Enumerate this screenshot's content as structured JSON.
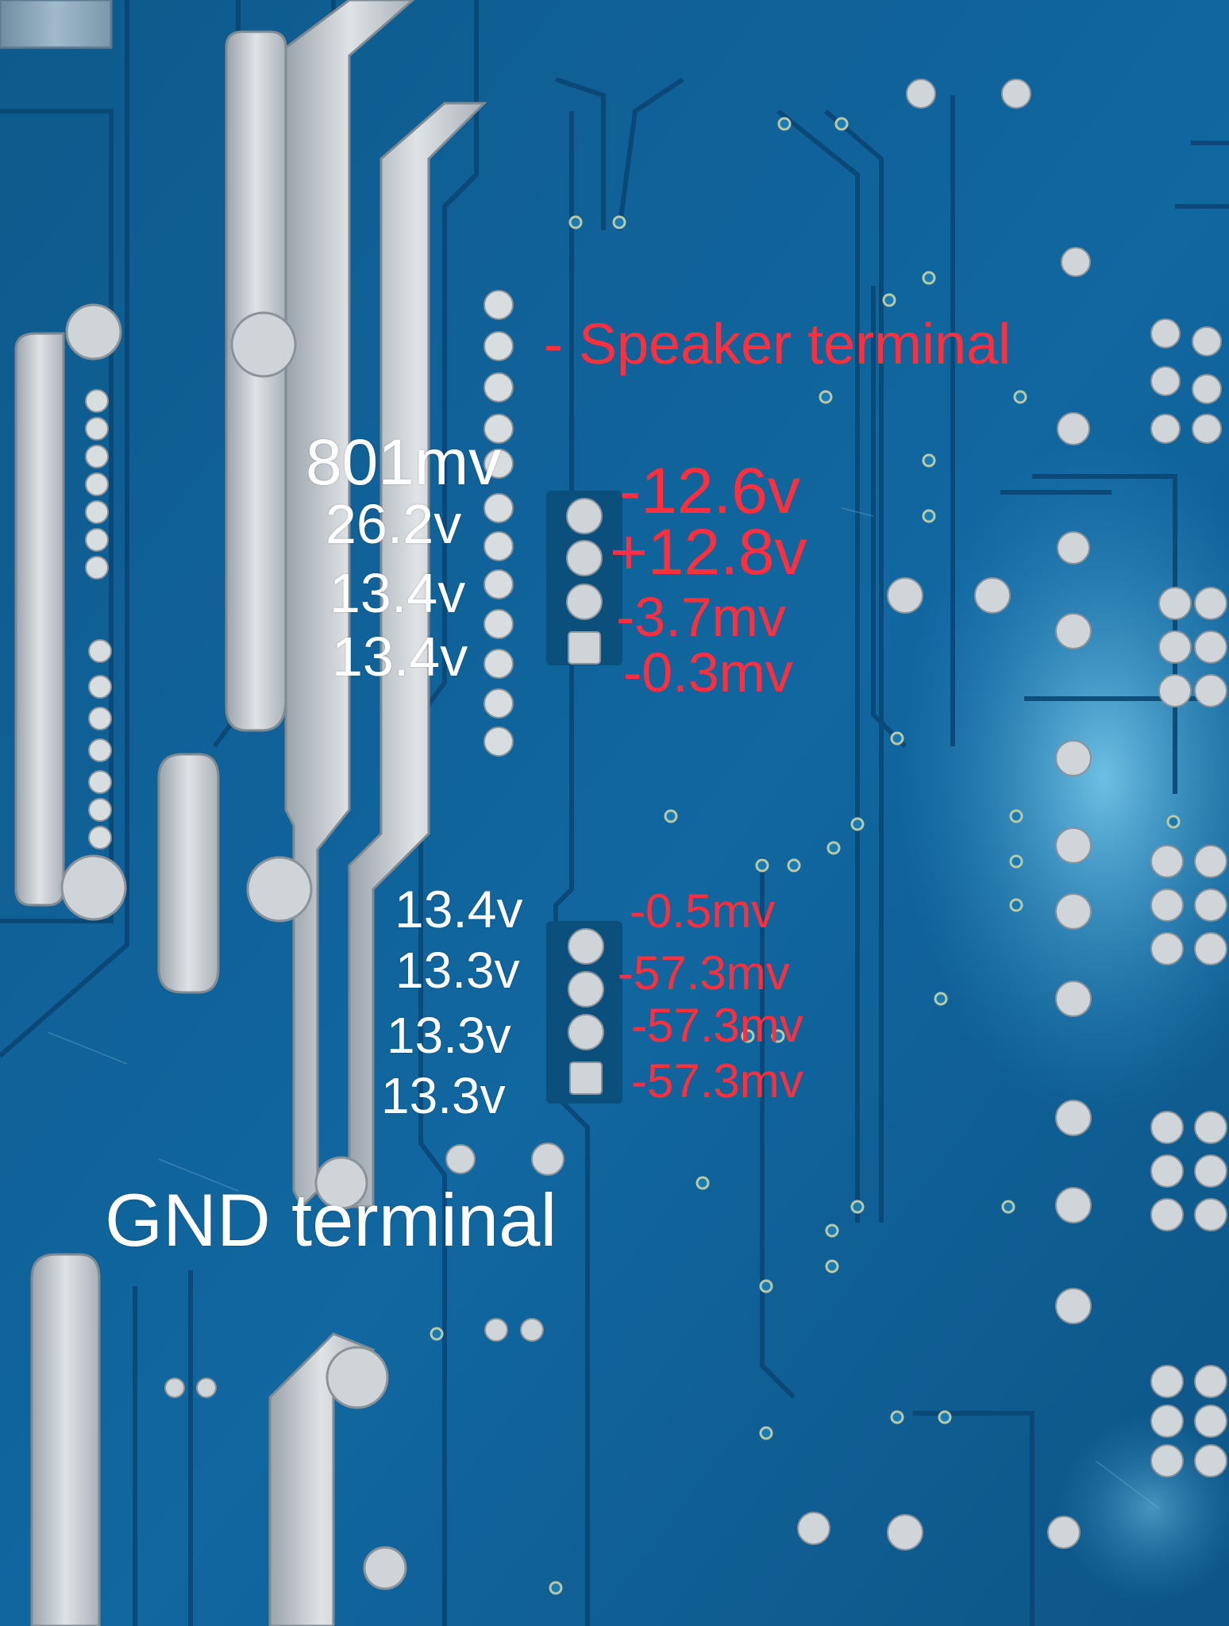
{
  "annotations": {
    "speaker_terminal": "- Speaker terminal",
    "gnd_terminal": "GND terminal",
    "upper_left": [
      "801mv",
      "26.2v",
      "13.4v",
      "13.4v"
    ],
    "upper_right": [
      "-12.6v",
      "+12.8v",
      "-3.7mv",
      "-0.3mv"
    ],
    "lower_left": [
      "13.4v",
      "13.3v",
      "13.3v",
      "13.3v"
    ],
    "lower_right": [
      "-0.5mv",
      "-57.3mv",
      "-57.3mv",
      "-57.3mv"
    ]
  },
  "colors": {
    "board": "#0f5f93",
    "trace": "#0b4f7d",
    "solder": "#c8ccd0",
    "label_white": "#ffffff",
    "label_red": "#ff2f3d"
  }
}
